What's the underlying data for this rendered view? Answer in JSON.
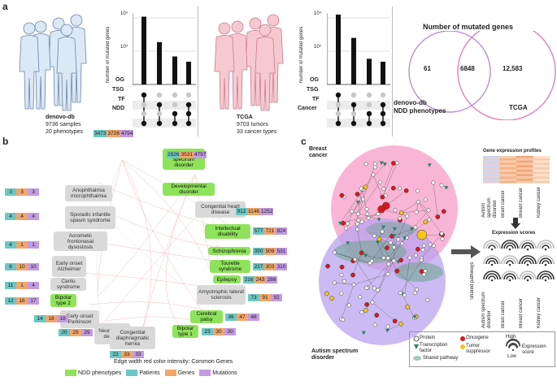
{
  "panel_a": {
    "letter": "a",
    "denovo": {
      "name": "denovo-db",
      "samples": "9736 samples",
      "phenotypes": "20 phenotypes",
      "ylabel": "Number of mutated genes",
      "yticks": [
        "10⁴",
        "10³"
      ],
      "rows": [
        "OG",
        "TSG",
        "TF",
        "NDD"
      ],
      "bar_values": [
        7000,
        600,
        150,
        90
      ]
    },
    "tcga": {
      "name": "TCGA",
      "tumors": "9703 tumors",
      "types": "33 cancer types",
      "ylabel": "Number of mutated genes",
      "yticks": [
        "10⁴",
        "10³"
      ],
      "rows": [
        "OG",
        "TSG",
        "TF",
        "Cancer"
      ],
      "bar_values": [
        10000,
        900,
        120,
        90
      ]
    },
    "venn": {
      "title": "Number of mutated genes",
      "left_only": "61",
      "both": "6848",
      "right_only": "12,583",
      "left_label_1": "denovo-db",
      "left_label_2": "NDD phenotypes",
      "right_label": "TCGA",
      "colors": {
        "left": "#b98fd6",
        "right": "#e57fb7"
      }
    }
  },
  "panel_b": {
    "letter": "b",
    "nodes": [
      {
        "label": "Autism spectrum disorder",
        "type": "ndd",
        "stats": [
          "3473",
          "3726",
          "4794"
        ]
      },
      {
        "label": "Developmental disorder",
        "type": "ndd",
        "stats": [
          "2926",
          "3531",
          "4797"
        ]
      },
      {
        "label": "Anophthalmia microphthalmia",
        "type": "other",
        "stats": [
          "3",
          "3",
          "3"
        ]
      },
      {
        "label": "Congenital heart disease",
        "type": "other",
        "stats": [
          "912",
          "1146",
          "1252"
        ]
      },
      {
        "label": "Sporadic infantile spasm syndrome",
        "type": "other",
        "stats": [
          "4",
          "4",
          "4"
        ]
      },
      {
        "label": "Intellectual disability",
        "type": "ndd",
        "stats": [
          "577",
          "721",
          "824"
        ]
      },
      {
        "label": "Acromelic frontonasal dysostosis",
        "type": "other",
        "stats": [
          "4",
          "1",
          "1"
        ]
      },
      {
        "label": "Schizophrenia",
        "type": "ndd",
        "stats": [
          "390",
          "509",
          "531"
        ]
      },
      {
        "label": "Tourette syndrome",
        "type": "ndd",
        "stats": [
          "227",
          "303",
          "310"
        ]
      },
      {
        "label": "Early onset Alzheimer",
        "type": "other",
        "stats": [
          "6",
          "10",
          "10"
        ]
      },
      {
        "label": "Epilepsy",
        "type": "ndd",
        "stats": [
          "216",
          "243",
          "286"
        ]
      },
      {
        "label": "Cantu syndrome",
        "type": "other",
        "stats": [
          "11",
          "1",
          "4"
        ]
      },
      {
        "label": "Amyotrophic lateral sclerosis",
        "type": "other",
        "stats": [
          "73",
          "91",
          "92"
        ]
      },
      {
        "label": "Bipolar type 2",
        "type": "ndd",
        "stats": [
          "12",
          "16",
          "17"
        ]
      },
      {
        "label": "Early onset Parkinson",
        "type": "other",
        "stats": [
          "14",
          "18",
          "18"
        ]
      },
      {
        "label": "Cerebral palsy",
        "type": "ndd",
        "stats": [
          "36",
          "47",
          "48"
        ]
      },
      {
        "label": "Neural tube defects",
        "type": "other",
        "stats": [
          "20",
          "29",
          "29"
        ]
      },
      {
        "label": "Bipolar type 1",
        "type": "ndd",
        "stats": [
          "23",
          "30",
          "30"
        ]
      },
      {
        "label": "Congenital diaphragmatic hernia",
        "type": "other",
        "stats": [
          "22",
          "33",
          "33"
        ]
      }
    ],
    "edge_caption": "Edge width  red color intensity: Common Genes",
    "legend": [
      "NDD phenotypes",
      "Patients",
      "Genes",
      "Mutations"
    ],
    "colors": {
      "ndd": "#8ee35a",
      "patients": "#6cc7c4",
      "genes": "#f2a66a",
      "mutations": "#c39be0",
      "other": "#d9d9d9"
    }
  },
  "panel_c": {
    "letter": "c",
    "breast_label_1": "Breast",
    "breast_label_2": "cancer",
    "asd_label_1": "Autism spectrum",
    "asd_label_2": "disorder",
    "expr_title": "Gene expression profiles",
    "expr_columns": [
      "Autism spectrum disorder",
      "Brain cancer",
      "Breast cancer",
      "Kidney cancer"
    ],
    "scores_title": "Expression scores",
    "shared_pathways": "Shared pathways",
    "legend": {
      "protein": "Protein",
      "tf": "Transcription factor",
      "shared": "Shared pathway",
      "oncogene": "Oncogene",
      "tsg": "Tumor suppressor",
      "high": "High",
      "low": "Low",
      "score": "Expression score"
    },
    "colors": {
      "breast": "#f06ea8",
      "asd": "#9a7ee0",
      "pathway": "#6aa58a",
      "oncogene": "#d7191c",
      "tsg": "#f5c518"
    }
  }
}
